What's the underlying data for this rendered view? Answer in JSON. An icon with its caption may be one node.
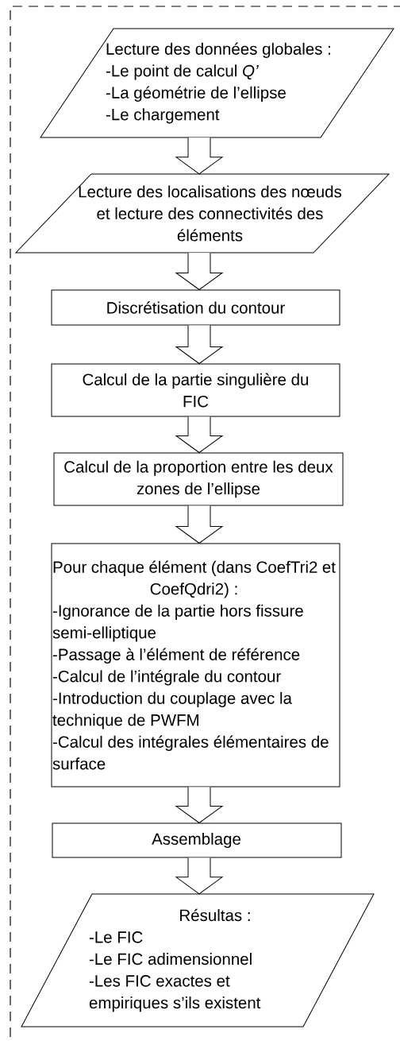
{
  "diagram": {
    "nodes": [
      {
        "text": [
          "Lecture des données globales :",
          "-Le point de calcul *Q’*",
          "-La géométrie de l’ellipse",
          "-Le chargement"
        ]
      },
      {
        "text": [
          "Lecture des localisations des nœuds et lecture des connectivités des éléments"
        ]
      },
      {
        "text": [
          "Discrétisation du contour"
        ]
      },
      {
        "text": [
          "Calcul de la partie singulière du FIC"
        ]
      },
      {
        "text": [
          "Calcul de la proportion entre les deux zones de l’ellipse"
        ]
      },
      {
        "text": [
          "Pour chaque élément (dans CoefTri2 et CoefQdri2) :",
          "-Ignorance de la partie hors fissure semi-elliptique",
          "-Passage à l’élément de référence",
          "-Calcul de l’intégrale du contour",
          "-Introduction du couplage avec la technique de PWFM",
          "-Calcul des intégrales élémentaires de surface"
        ]
      },
      {
        "text": [
          "Assemblage"
        ]
      },
      {
        "text": [
          "Résultas :",
          "-Le FIC",
          "-Le FIC adimensionnel",
          "-Les FIC exactes et empiriques s’ils existent"
        ]
      }
    ],
    "edges": [
      {
        "from": 0,
        "to": 1,
        "arrow": "to"
      },
      {
        "from": 1,
        "to": 2,
        "arrow": "to"
      },
      {
        "from": 2,
        "to": 3,
        "arrow": "to"
      },
      {
        "from": 3,
        "to": 4,
        "arrow": "to"
      },
      {
        "from": 4,
        "to": 5,
        "arrow": "to"
      },
      {
        "from": 5,
        "to": 6,
        "arrow": "to"
      },
      {
        "from": 6,
        "to": 7,
        "arrow": "to"
      }
    ]
  }
}
